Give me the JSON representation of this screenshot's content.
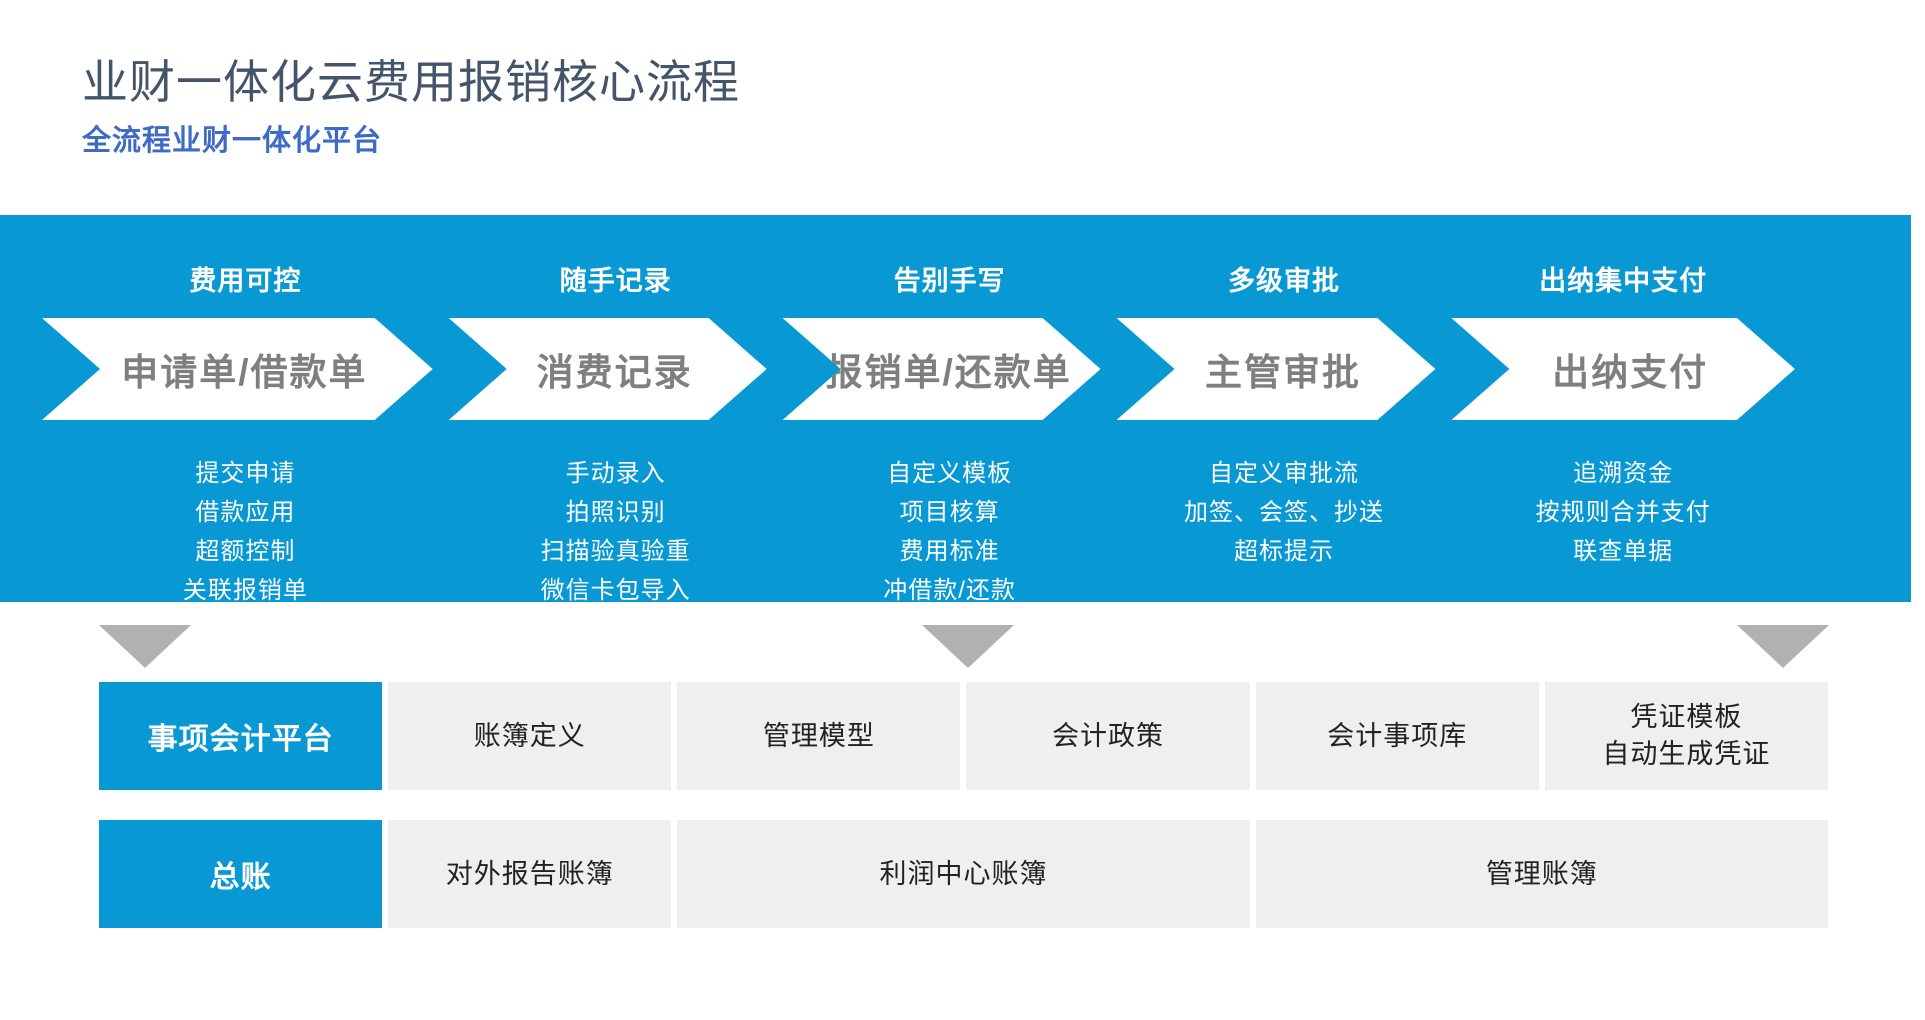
{
  "page": {
    "title": "业财一体化云费用报销核心流程",
    "subtitle": "全流程业财一体化平台"
  },
  "colors": {
    "banner_blue": "#0899d4",
    "title_text": "#44546a",
    "subtitle_text": "#3e6bc5",
    "arrow_step_text": "#7f7f7f",
    "feature_text": "#ffffff",
    "cell_background": "#efefef",
    "cell_text": "#222222",
    "triangle_gray": "#b1b1b1"
  },
  "process": {
    "steps": [
      {
        "tagline": "费用可控",
        "name": "申请单/借款单",
        "features": [
          "提交申请",
          "借款应用",
          "超额控制",
          "关联报销单"
        ]
      },
      {
        "tagline": "随手记录",
        "name": "消费记录",
        "features": [
          "手动录入",
          "拍照识别",
          "扫描验真验重",
          "微信卡包导入"
        ]
      },
      {
        "tagline": "告别手写",
        "name": "报销单/还款单",
        "features": [
          "自定义模板",
          "项目核算",
          "费用标准",
          "冲借款/还款"
        ]
      },
      {
        "tagline": "多级审批",
        "name": "主管审批",
        "features": [
          "自定义审批流",
          "加签、会签、抄送",
          "超标提示"
        ]
      },
      {
        "tagline": "出纳集中支付",
        "name": "出纳支付",
        "features": [
          "追溯资金",
          "按规则合并支付",
          "联查单据"
        ]
      }
    ]
  },
  "accounting": {
    "row1": {
      "label": "事项会计平台",
      "cells": [
        "账簿定义",
        "管理模型",
        "会计政策",
        "会计事项库"
      ],
      "cell5": {
        "line1": "凭证模板",
        "line2": "自动生成凭证"
      }
    },
    "row2": {
      "label": "总账",
      "cells": [
        "对外报告账簿",
        "利润中心账簿",
        "管理账簿"
      ]
    }
  }
}
